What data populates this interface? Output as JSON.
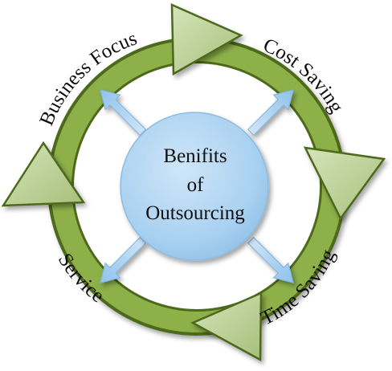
{
  "diagram": {
    "center": {
      "lines": [
        "Benifits",
        "of",
        "Outsourcing"
      ],
      "fill": "#a9d1f1"
    },
    "labels": {
      "business_focus": "Business Focus",
      "cost_saving": "Cost Saving",
      "time_saving": "Time Saving",
      "service": "Service"
    },
    "colors": {
      "ring": "#8db049",
      "ring_edge": "#4d6a1c",
      "arrowhead": "#b9cf92",
      "spoke_arrow": "#a9cff0"
    },
    "icons": [
      "arrowhead-icon",
      "spoke-arrow-icon"
    ]
  }
}
